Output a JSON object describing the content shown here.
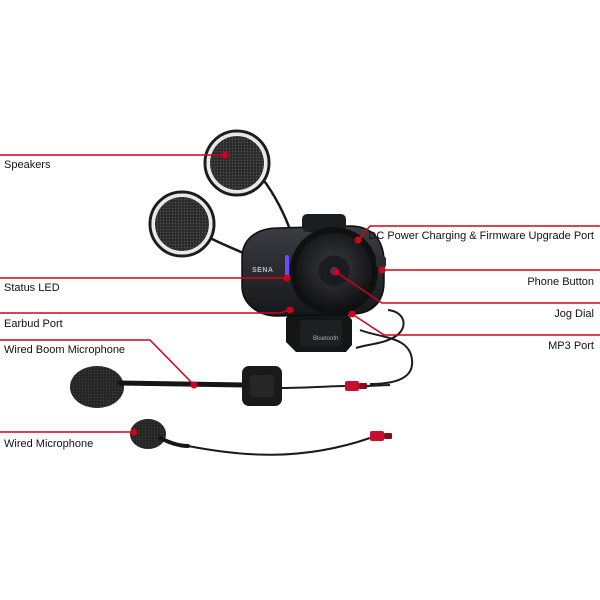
{
  "colors": {
    "leader": "#d0021b",
    "device_body": "#222427",
    "device_face": "#1a1b1d",
    "speaker_ring": "#f2f2f2",
    "speaker_mesh": "#2a2a2a",
    "status_led": "#6b4dff",
    "connector_red": "#c8102e",
    "cable": "#1b1b1b"
  },
  "device": {
    "brand_text": "SENA",
    "bluetooth_text": "Bluetooth"
  },
  "labels_left": [
    {
      "id": "speakers",
      "text": "Speakers"
    },
    {
      "id": "status-led",
      "text": "Status LED"
    },
    {
      "id": "earbud-port",
      "text": "Earbud Port"
    },
    {
      "id": "wired-boom-microphone",
      "text": "Wired Boom Microphone"
    },
    {
      "id": "wired-microphone",
      "text": "Wired Microphone"
    }
  ],
  "labels_right": [
    {
      "id": "dc-power-port",
      "text": "DC Power Charging & Firmware Upgrade Port"
    },
    {
      "id": "phone-button",
      "text": "Phone Button"
    },
    {
      "id": "jog-dial",
      "text": "Jog Dial"
    },
    {
      "id": "mp3-port",
      "text": "MP3 Port"
    }
  ]
}
